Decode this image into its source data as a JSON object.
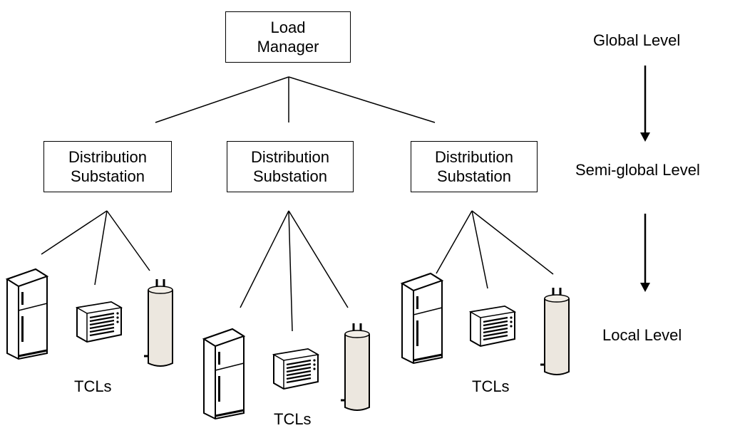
{
  "root": {
    "line1": "Load",
    "line2": "Manager"
  },
  "substations": [
    {
      "line1": "Distribution",
      "line2": "Substation"
    },
    {
      "line1": "Distribution",
      "line2": "Substation"
    },
    {
      "line1": "Distribution",
      "line2": "Substation"
    }
  ],
  "levels": {
    "global": "Global Level",
    "semi_global": "Semi-global Level",
    "local": "Local Level"
  },
  "tcl_labels": [
    "TCLs",
    "TCLs",
    "TCLs"
  ],
  "icons": [
    "refrigerator-icon",
    "air-conditioner-icon",
    "water-heater-icon"
  ],
  "colors": {
    "heater_body": "#ece7df",
    "stroke": "#000000"
  }
}
